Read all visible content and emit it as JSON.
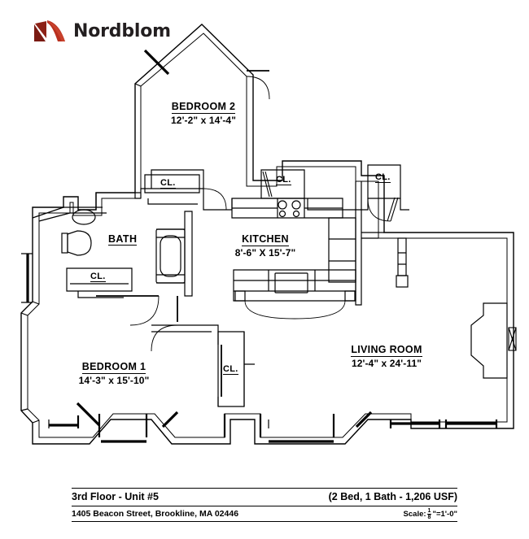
{
  "brand": {
    "name": "Nordblom",
    "logo_icon": "nordblom-n-logo-icon",
    "colors": {
      "dark_red": "#7b1b14",
      "bright_red": "#c0392b",
      "wordmark": "#231f20"
    }
  },
  "plan": {
    "title": "Floor plan drawing",
    "rooms": [
      {
        "id": "bedroom2",
        "name": "BEDROOM 2",
        "dims": "12'-2\" x 14'-4\""
      },
      {
        "id": "kitchen",
        "name": "KITCHEN",
        "dims": "8'-6\" X 15'-7\""
      },
      {
        "id": "bedroom1",
        "name": "BEDROOM 1",
        "dims": "14'-3\" x 15'-10\""
      },
      {
        "id": "livingroom",
        "name": "LIVING ROOM",
        "dims": "12'-4\" x 24'-11\""
      }
    ],
    "bath_label": "BATH",
    "closets": [
      {
        "id": "closet-bedroom2",
        "label": "CL."
      },
      {
        "id": "closet-hall",
        "label": "CL."
      },
      {
        "id": "closet-entry",
        "label": "CL."
      },
      {
        "id": "closet-bath",
        "label": "CL."
      },
      {
        "id": "closet-bedroom1",
        "label": "CL."
      }
    ]
  },
  "footer": {
    "floor_unit": "3rd Floor - Unit #5",
    "unit_summary": "(2 Bed, 1 Bath - 1,206  USF)",
    "address": "1405 Beacon Street, Brookline, MA 02446",
    "scale_prefix": "Scale:",
    "scale_numerator": "1",
    "scale_denominator": "8",
    "scale_suffix": "\"=1'-0\""
  }
}
